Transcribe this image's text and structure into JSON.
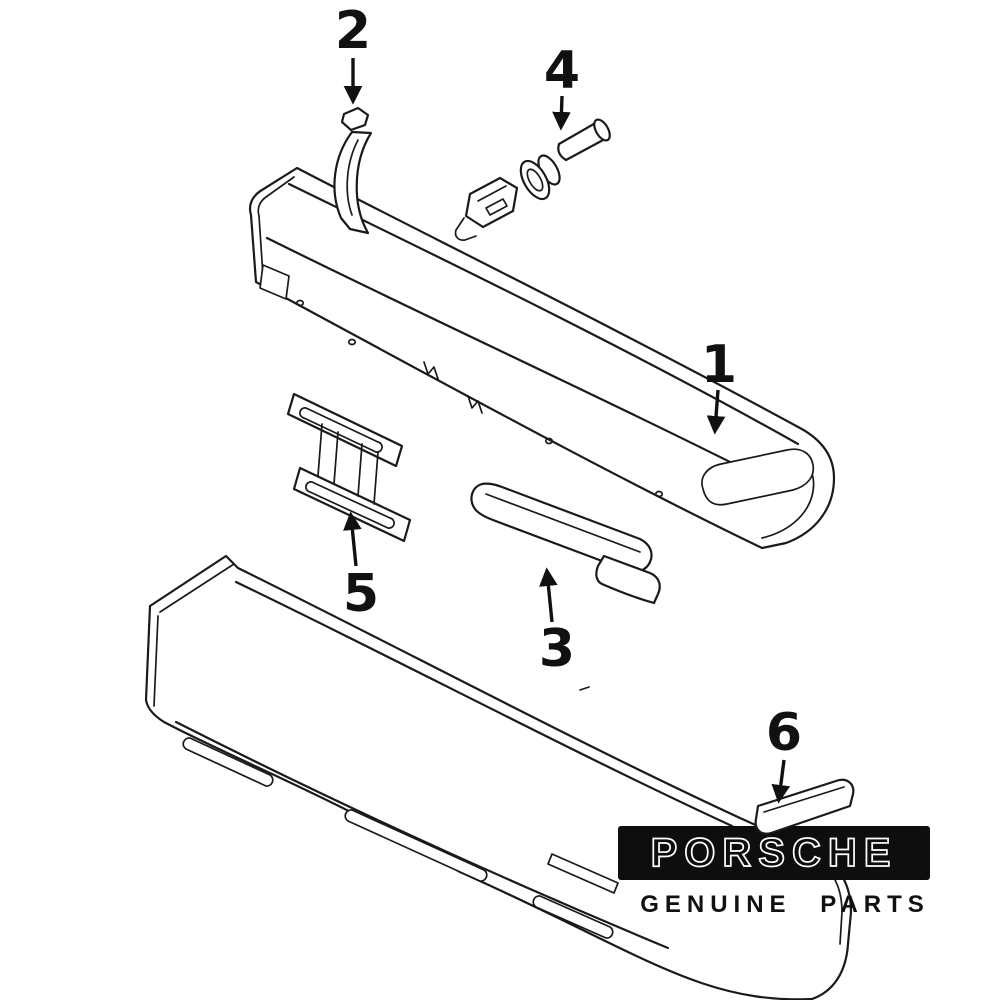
{
  "diagram": {
    "callouts": [
      {
        "label": "1"
      },
      {
        "label": "2"
      },
      {
        "label": "3"
      },
      {
        "label": "4"
      },
      {
        "label": "5"
      },
      {
        "label": "6"
      }
    ]
  },
  "badge": {
    "brand": "PORSCHE",
    "subtitle": "GENUINE PARTS"
  },
  "colors": {
    "background": "#ffffff",
    "line": "#1a1a1a",
    "badge_bg": "#0e0e0e",
    "badge_text": "#ffffff"
  }
}
